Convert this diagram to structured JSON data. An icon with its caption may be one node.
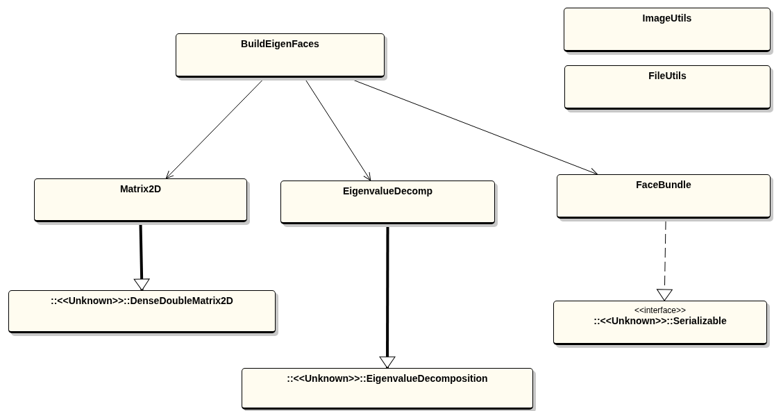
{
  "diagram": {
    "nodes": [
      {
        "text": [
          "BuildEigenFaces"
        ]
      },
      {
        "text": [
          "ImageUtils"
        ]
      },
      {
        "text": [
          "FileUtils"
        ]
      },
      {
        "text": [
          "Matrix2D"
        ]
      },
      {
        "text": [
          "EigenvalueDecomp"
        ]
      },
      {
        "text": [
          "FaceBundle"
        ]
      },
      {
        "text": [
          "::<<Unknown>>::DenseDoubleMatrix2D"
        ]
      },
      {
        "text": [
          "<<interface>>",
          "::<<Unknown>>::Serializable"
        ]
      },
      {
        "text": [
          "::<<Unknown>>::EigenvalueDecomposition"
        ]
      }
    ],
    "edges": [
      {
        "from": 0,
        "to": 3,
        "arrow": "to"
      },
      {
        "from": 0,
        "to": 4,
        "arrow": "to"
      },
      {
        "from": 0,
        "to": 5,
        "arrow": "to"
      },
      {
        "from": 3,
        "to": 6,
        "arrow": "to",
        "style": "thick"
      },
      {
        "from": 4,
        "to": 8,
        "arrow": "to",
        "style": "thick"
      },
      {
        "from": 5,
        "to": 7,
        "arrow": "to",
        "style": "dashed"
      }
    ]
  }
}
